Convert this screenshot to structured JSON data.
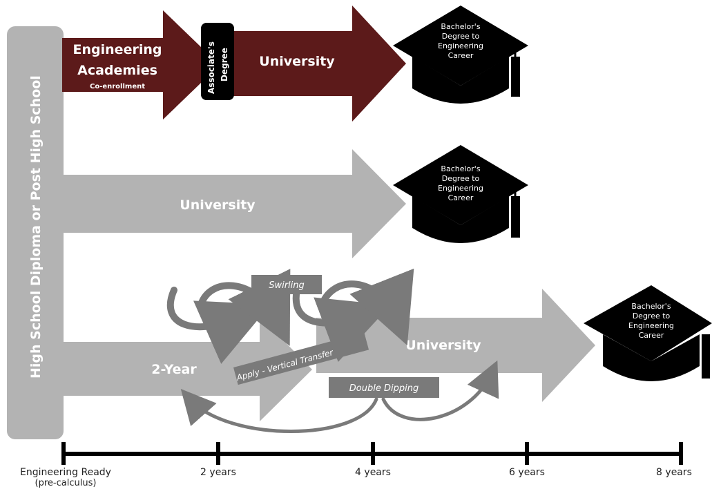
{
  "vertical_bar": {
    "label": "High School Diploma or Post High School"
  },
  "pathway_1": {
    "academies_line1": "Engineering",
    "academies_line2": "Academies",
    "academies_note": "Co-enrollment",
    "associates_line1": "Associate's",
    "associates_line2": "Degree",
    "university": "University",
    "cap": [
      "Bachelor's",
      "Degree to",
      "Engineering",
      "Career"
    ]
  },
  "pathway_2": {
    "university": "University",
    "cap": [
      "Bachelor's",
      "Degree to",
      "Engineering",
      "Career"
    ]
  },
  "pathway_3": {
    "two_year": "2-Year",
    "university": "University",
    "swirling": "Swirling",
    "transfer": "Apply  - Vertical Transfer",
    "double_dipping": "Double Dipping",
    "cap": [
      "Bachelor's",
      "Degree to",
      "Engineering",
      "Career"
    ]
  },
  "timeline": {
    "ticks": [
      "Engineering Ready",
      "2 years",
      "4 years",
      "6 years",
      "8 years"
    ],
    "first_sub": "(pre-calculus)"
  },
  "colors": {
    "maroon": "#5c1a1a",
    "gray": "#b3b3b3",
    "dark_gray": "#7a7a7a",
    "cap": "#000000"
  }
}
